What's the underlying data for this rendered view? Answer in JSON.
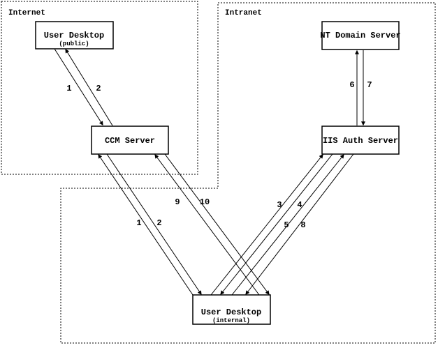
{
  "diagram": {
    "zones": {
      "internet": {
        "label": "Internet"
      },
      "intranet": {
        "label": "Intranet"
      }
    },
    "nodes": {
      "user_desktop_public": {
        "title": "User Desktop",
        "subtitle": "(public)"
      },
      "ccm_server": {
        "title": "CCM Server"
      },
      "nt_domain_server": {
        "title": "NT Domain Server"
      },
      "iis_auth_server": {
        "title": "IIS Auth Server"
      },
      "user_desktop_internal": {
        "title": "User Desktop",
        "subtitle": "(internal)"
      }
    },
    "flows": {
      "public_1": {
        "label": "1",
        "from": "user_desktop_public",
        "to": "ccm_server"
      },
      "public_2": {
        "label": "2",
        "from": "ccm_server",
        "to": "user_desktop_public"
      },
      "internal_1": {
        "label": "1",
        "from": "user_desktop_internal",
        "to": "ccm_server"
      },
      "internal_2": {
        "label": "2",
        "from": "ccm_server",
        "to": "user_desktop_internal"
      },
      "step_3": {
        "label": "3",
        "from": "user_desktop_internal",
        "to": "iis_auth_server"
      },
      "step_4": {
        "label": "4",
        "from": "iis_auth_server",
        "to": "user_desktop_internal"
      },
      "step_5": {
        "label": "5",
        "from": "user_desktop_internal",
        "to": "iis_auth_server"
      },
      "step_6": {
        "label": "6",
        "from": "iis_auth_server",
        "to": "nt_domain_server"
      },
      "step_7": {
        "label": "7",
        "from": "nt_domain_server",
        "to": "iis_auth_server"
      },
      "step_8": {
        "label": "8",
        "from": "iis_auth_server",
        "to": "user_desktop_internal"
      },
      "step_9": {
        "label": "9",
        "from": "user_desktop_internal",
        "to": "ccm_server"
      },
      "step_10": {
        "label": "10",
        "from": "ccm_server",
        "to": "user_desktop_internal"
      }
    },
    "colors": {
      "ink": "#000000",
      "background": "#ffffff"
    }
  }
}
